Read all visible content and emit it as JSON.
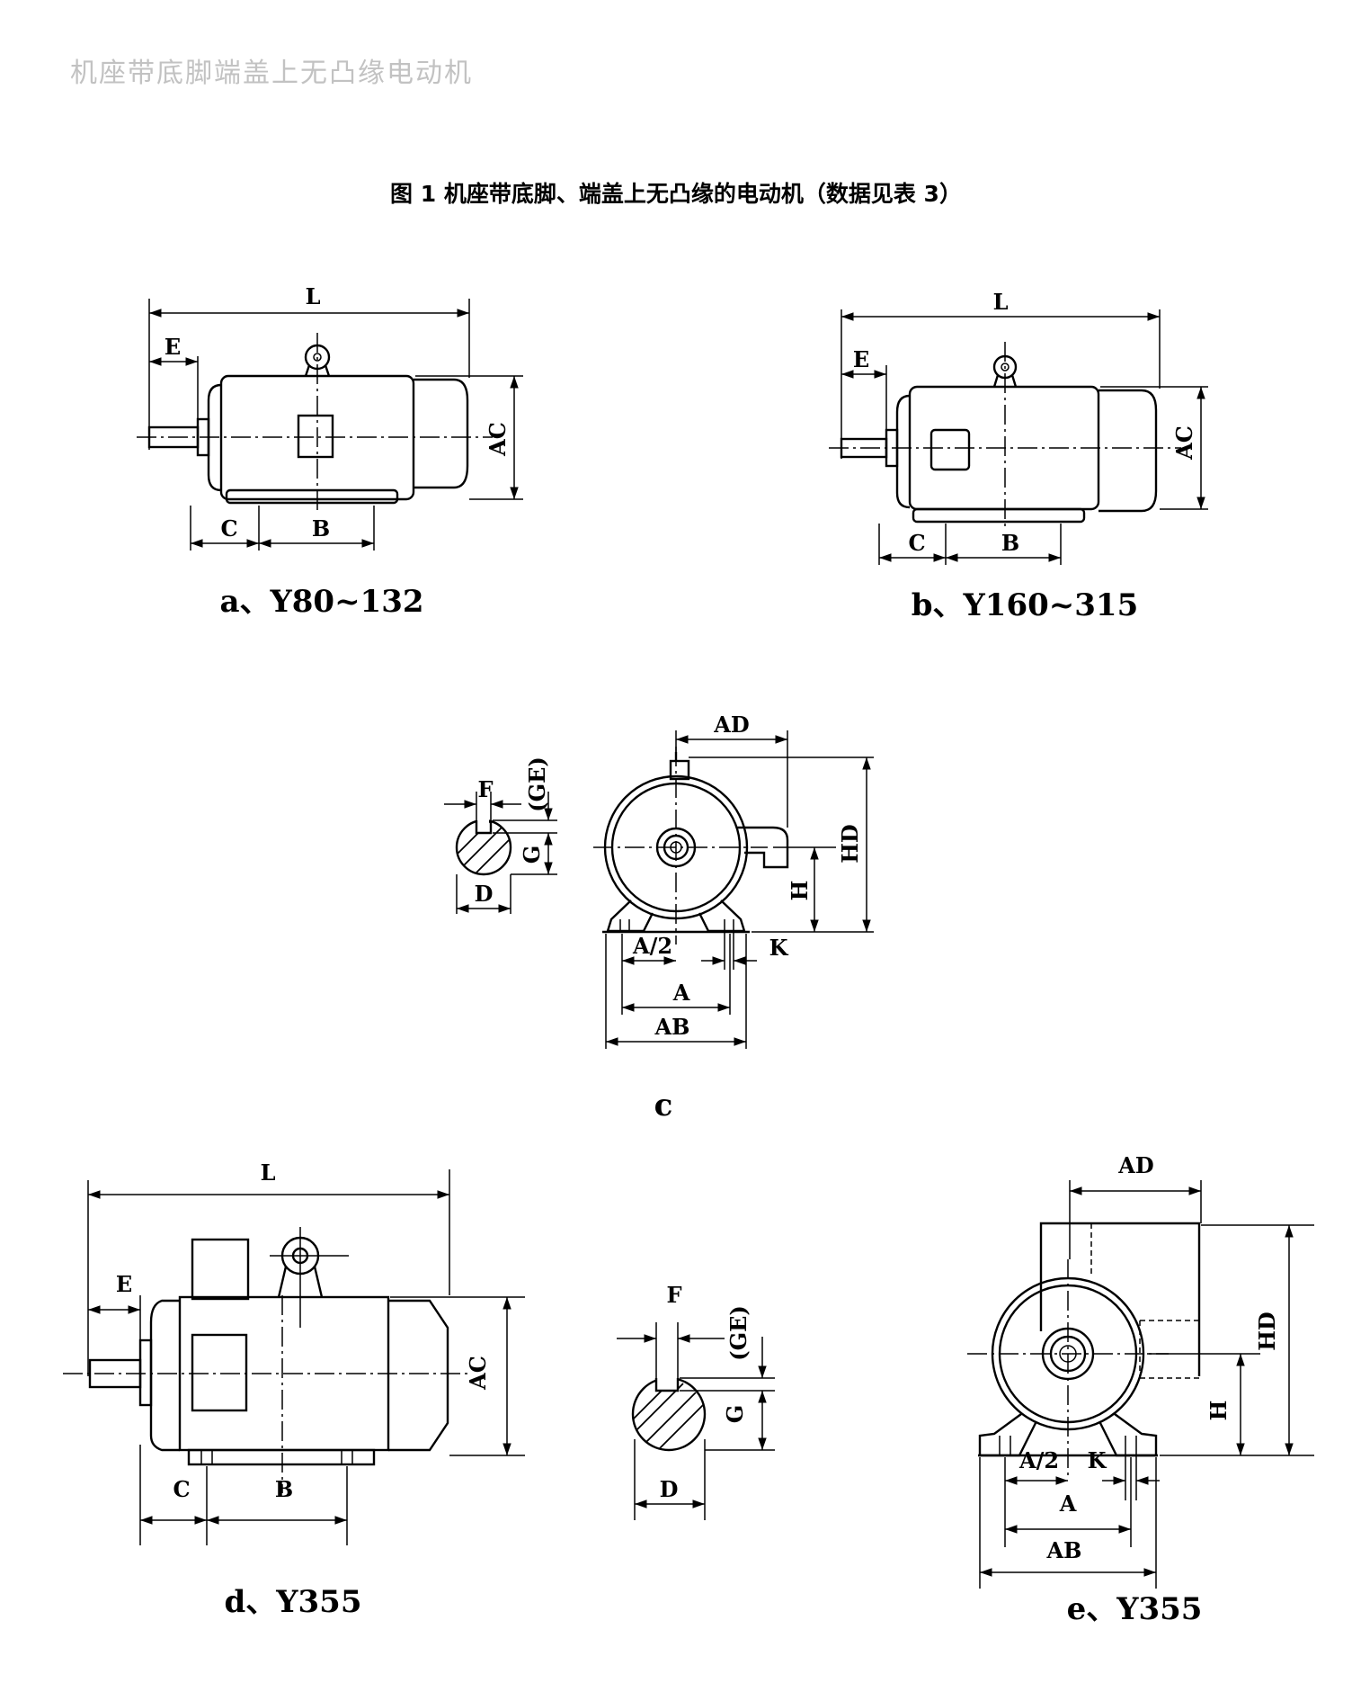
{
  "header": "机座带底脚端盖上无凸缘电动机",
  "figure_title": "图 1  机座带底脚、端盖上无凸缘的电动机（数据见表 3）",
  "views": {
    "a": {
      "caption": "a、Y80~132",
      "labels": {
        "L": "L",
        "E": "E",
        "AC": "AC",
        "C": "C",
        "B": "B"
      }
    },
    "b": {
      "caption": "b、Y160~315",
      "labels": {
        "L": "L",
        "E": "E",
        "AC": "AC",
        "C": "C",
        "B": "B"
      }
    },
    "c": {
      "caption": "c",
      "labels": {
        "AD": "AD",
        "HD": "HD",
        "H": "H",
        "K": "K",
        "A_half": "A/2",
        "A": "A",
        "AB": "AB",
        "F": "F",
        "GE": "(GE)",
        "G": "G",
        "D": "D"
      }
    },
    "d": {
      "caption": "d、Y355",
      "labels": {
        "L": "L",
        "E": "E",
        "AC": "AC",
        "C": "C",
        "B": "B",
        "F": "F",
        "GE": "(GE)",
        "G": "G",
        "D": "D"
      }
    },
    "e": {
      "caption": "e、Y355",
      "labels": {
        "AD": "AD",
        "HD": "HD",
        "H": "H",
        "A_half": "A/2",
        "K": "K",
        "A": "A",
        "AB": "AB"
      }
    }
  }
}
